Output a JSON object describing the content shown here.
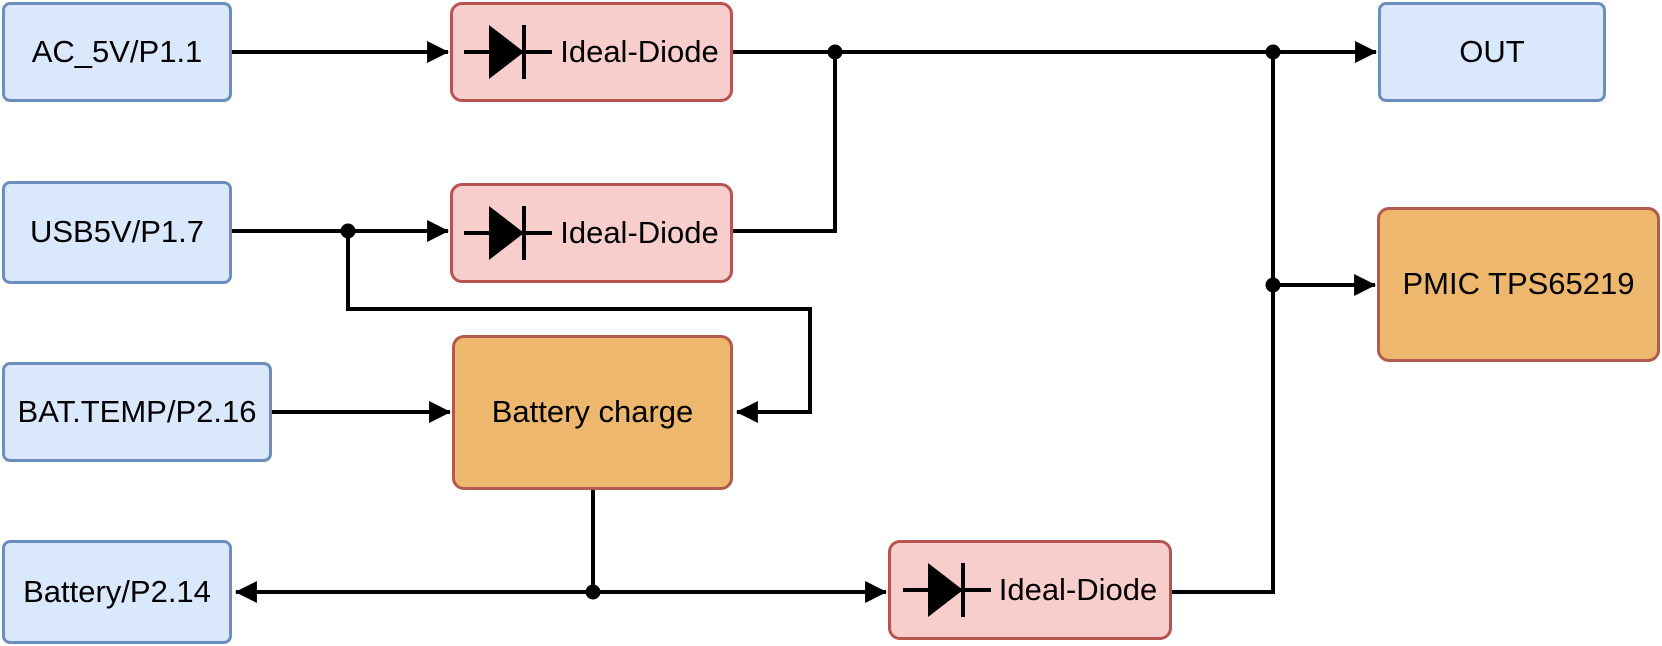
{
  "diagram": {
    "type": "block-diagram",
    "colors": {
      "background": "#ffffff",
      "port_fill": "#dae8fc",
      "port_stroke": "#6c8ebf",
      "diode_fill": "#f8cecc",
      "diode_stroke": "#b85450",
      "block_fill": "#edb86d",
      "block_stroke": "#b25a4e",
      "wire": "#000000",
      "label": "#000000"
    },
    "nodes": {
      "ac5v": {
        "label": "AC_5V/P1.1"
      },
      "usb5v": {
        "label": "USB5V/P1.7"
      },
      "battemp": {
        "label": "BAT.TEMP/P2.16"
      },
      "battery": {
        "label": "Battery/P2.14"
      },
      "diode1": {
        "label": "Ideal-Diode"
      },
      "diode2": {
        "label": "Ideal-Diode"
      },
      "diode3": {
        "label": "Ideal-Diode"
      },
      "charge": {
        "label": "Battery charge"
      },
      "pmic": {
        "label": "PMIC TPS65219"
      },
      "out": {
        "label": "OUT"
      }
    },
    "edges": [
      {
        "from": "AC_5V/P1.1",
        "to": "Ideal-Diode (top)",
        "arrow": true
      },
      {
        "from": "Ideal-Diode (top)",
        "to": "OUT",
        "arrow": true
      },
      {
        "from": "USB5V/P1.7",
        "to": "Ideal-Diode (middle)",
        "arrow": true
      },
      {
        "from": "Ideal-Diode (middle)",
        "to": "OUT rail",
        "arrow": false
      },
      {
        "from": "USB5V/P1.7",
        "to": "Battery charge",
        "arrow": true
      },
      {
        "from": "BAT.TEMP/P2.16",
        "to": "Battery charge",
        "arrow": true
      },
      {
        "from": "Battery charge",
        "to": "Battery/P2.14",
        "arrow": true
      },
      {
        "from": "Battery charge",
        "to": "Ideal-Diode (bottom)",
        "arrow": true
      },
      {
        "from": "Ideal-Diode (bottom)",
        "to": "OUT rail",
        "arrow": false
      },
      {
        "from": "OUT rail",
        "to": "PMIC TPS65219",
        "arrow": true
      }
    ]
  }
}
